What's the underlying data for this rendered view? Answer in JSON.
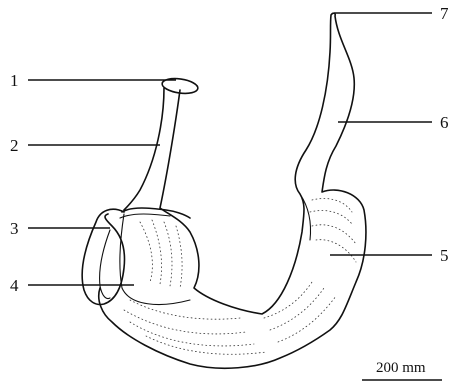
{
  "labels": [
    {
      "id": "1",
      "text": "1"
    },
    {
      "id": "2",
      "text": "2"
    },
    {
      "id": "3",
      "text": "3"
    },
    {
      "id": "4",
      "text": "4"
    },
    {
      "id": "5",
      "text": "5"
    },
    {
      "id": "6",
      "text": "6"
    },
    {
      "id": "7",
      "text": "7"
    }
  ],
  "scale_bar": {
    "text": "200 mm"
  }
}
